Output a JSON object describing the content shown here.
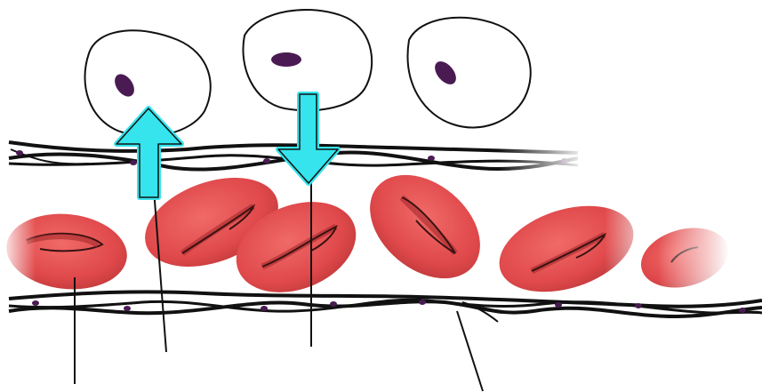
{
  "diagram": {
    "subject": "capillary-exchange",
    "tissue_cells": [
      {
        "id": "tissue-cell-1"
      },
      {
        "id": "tissue-cell-2"
      },
      {
        "id": "tissue-cell-3"
      }
    ],
    "arrows": [
      {
        "id": "arrow-up",
        "direction": "up",
        "color": "#35e4ec"
      },
      {
        "id": "arrow-down",
        "direction": "down",
        "color": "#35e4ec"
      }
    ],
    "red_blood_cells": [
      {
        "id": "rbc-1"
      },
      {
        "id": "rbc-2"
      },
      {
        "id": "rbc-3"
      },
      {
        "id": "rbc-4"
      },
      {
        "id": "rbc-5"
      },
      {
        "id": "rbc-6"
      }
    ],
    "leader_lines": [
      {
        "id": "leader-red-blood-cell"
      },
      {
        "id": "leader-arrow-up"
      },
      {
        "id": "leader-arrow-down"
      },
      {
        "id": "leader-capillary-wall"
      }
    ],
    "colors": {
      "rbc_fill": "#e0494b",
      "rbc_highlight": "#ef6a68",
      "rbc_shadow": "#a52a2c",
      "nucleus": "#4a1a52",
      "wall": "#111111",
      "arrow": "#35e4ec",
      "arrow_outline": "#111111"
    }
  }
}
